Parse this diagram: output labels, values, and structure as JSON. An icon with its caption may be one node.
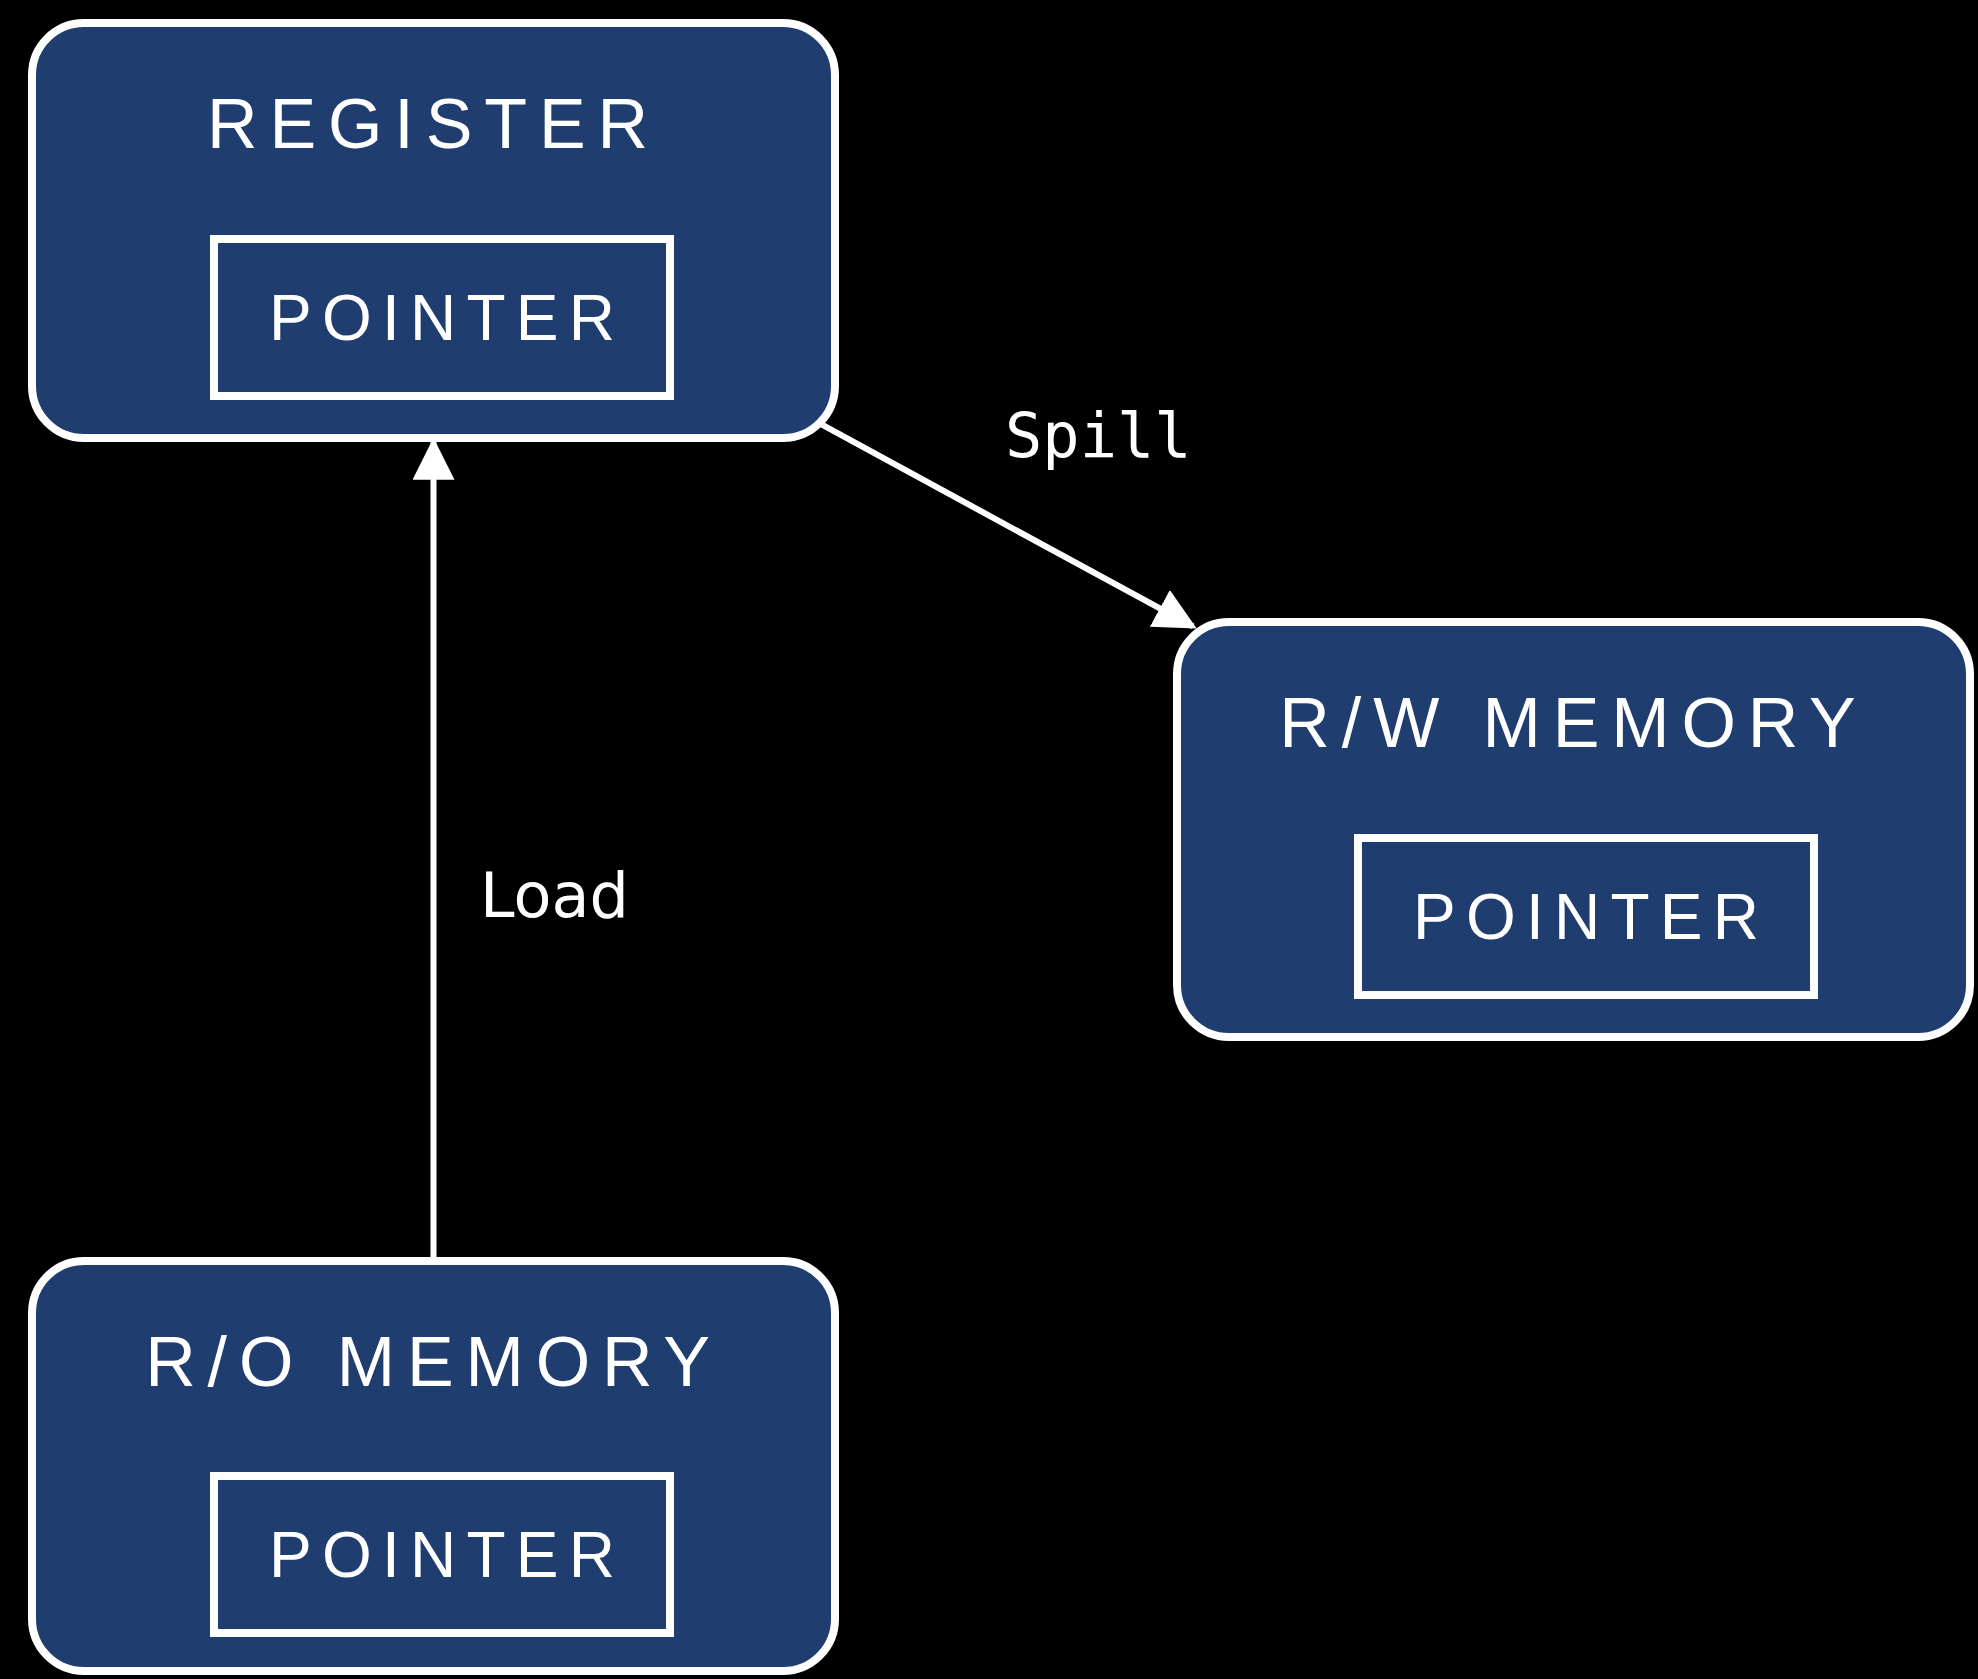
{
  "diagram": {
    "nodes": [
      {
        "text": [
          "REGISTER"
        ]
      },
      {
        "text": [
          "POINTER"
        ],
        "in": 0
      },
      {
        "text": [
          "R/W MEMORY"
        ]
      },
      {
        "text": [
          "POINTER"
        ],
        "in": 2
      },
      {
        "text": [
          "R/O MEMORY"
        ]
      },
      {
        "text": [
          "POINTER"
        ],
        "in": 4
      }
    ],
    "edges": [
      {
        "from": 0,
        "to": 2,
        "arrow": "to",
        "label": "Spill"
      },
      {
        "from": 4,
        "to": 0,
        "arrow": "to",
        "label": "Load"
      }
    ]
  }
}
